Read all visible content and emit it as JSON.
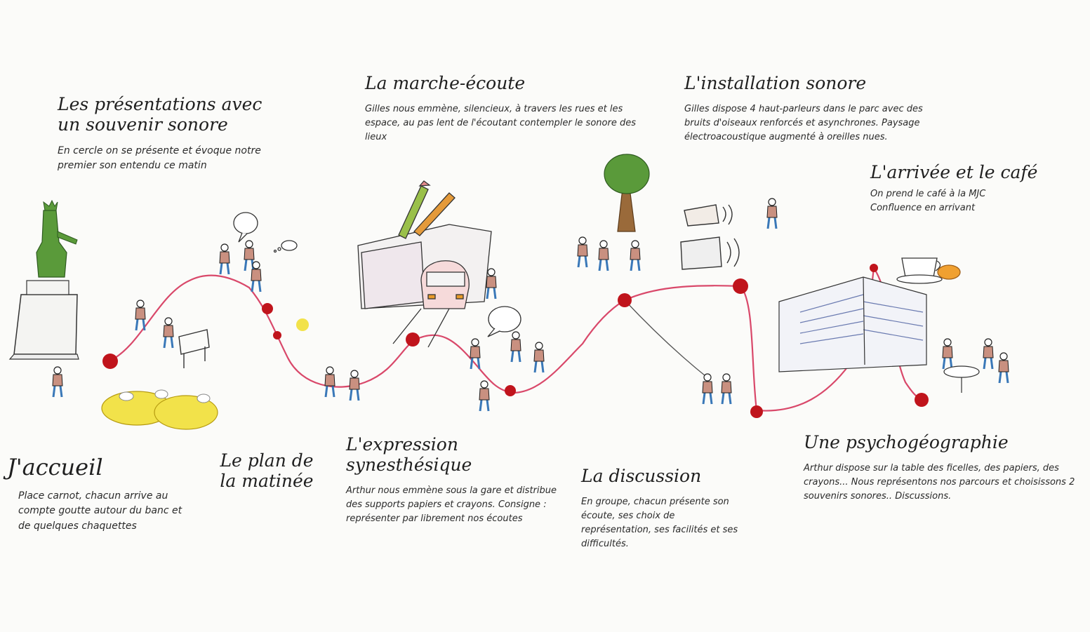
{
  "stops": [
    {
      "id": "accueil",
      "title": "J'accueil",
      "desc": "Place carnot, chacun arrive au compte goutte autour du banc et de quelques chaquettes"
    },
    {
      "id": "plan",
      "title": "Le plan de la matinée",
      "desc": ""
    },
    {
      "id": "presentations",
      "title": "Les présentations avec un souvenir sonore",
      "desc": "En cercle on se présente et évoque notre premier son entendu ce matin"
    },
    {
      "id": "expression",
      "title": "L'expression synesthésique",
      "desc": "Arthur nous emmène sous la gare et distribue des supports papiers et crayons. Consigne : représenter par librement nos écoutes"
    },
    {
      "id": "marche",
      "title": "La marche-écoute",
      "desc": "Gilles nous emmène, silencieux, à travers les rues et les espace, au pas lent de l'écoutant contempler le sonore des lieux"
    },
    {
      "id": "discussion",
      "title": "La discussion",
      "desc": "En groupe, chacun présente son écoute, ses choix de représentation, ses facilités et ses difficultés."
    },
    {
      "id": "installation",
      "title": "L'installation sonore",
      "desc": "Gilles dispose 4 haut-parleurs dans le parc avec des bruits d'oiseaux renforcés et asynchrones. Paysage électroacoustique augmenté à oreilles nues."
    },
    {
      "id": "arrivee",
      "title": "L'arrivée et le café",
      "desc": "On prend le café à la MJC Confluence en arrivant"
    },
    {
      "id": "psycho",
      "title": "Une psychogéographie",
      "desc": "Arthur dispose sur la table des ficelles, des papiers, des crayons... Nous représentons nos parcours et choisissons 2 souvenirs sonores.. Discussions."
    }
  ],
  "colors": {
    "path": "#d9486a",
    "dot": "#c0141c",
    "ink": "#1f1f1f",
    "yellow": "#f2e24a",
    "green": "#5a9a3a",
    "blue": "#3a78b8",
    "skin": "#c99080"
  }
}
